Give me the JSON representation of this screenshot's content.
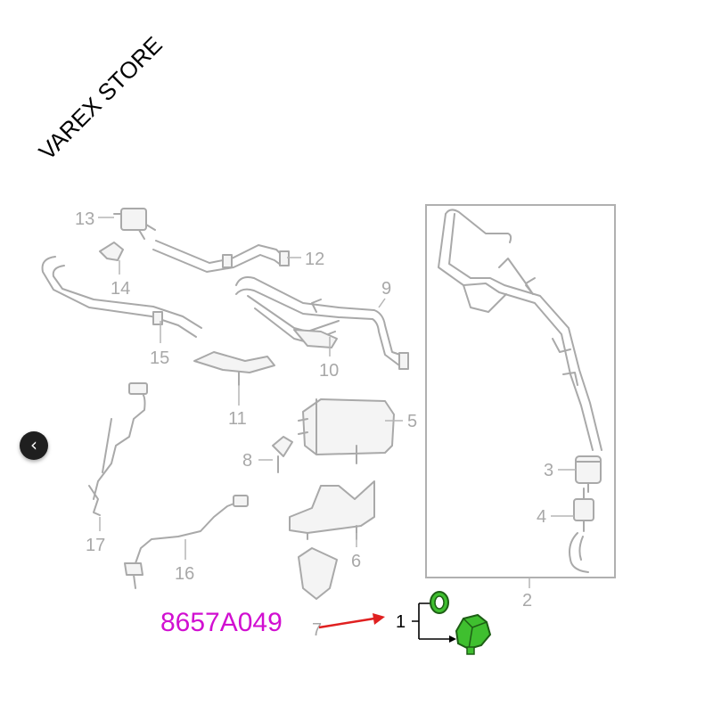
{
  "watermark": "VAREX STORE",
  "part_number": "8657A049",
  "back_icon": "chevron-left-icon",
  "callouts": {
    "c1": "1",
    "c2": "2",
    "c3": "3",
    "c4": "4",
    "c5": "5",
    "c6": "6",
    "c7": "7",
    "c8": "8",
    "c9": "9",
    "c10": "10",
    "c11": "11",
    "c12": "12",
    "c13": "13",
    "c14": "14",
    "c15": "15",
    "c16": "16",
    "c17": "17"
  },
  "colors": {
    "line_art": "#a9a9a9",
    "part_number": "#d10fd1",
    "arrow": "#e02020",
    "highlighted_part": "#3fbf2f"
  }
}
